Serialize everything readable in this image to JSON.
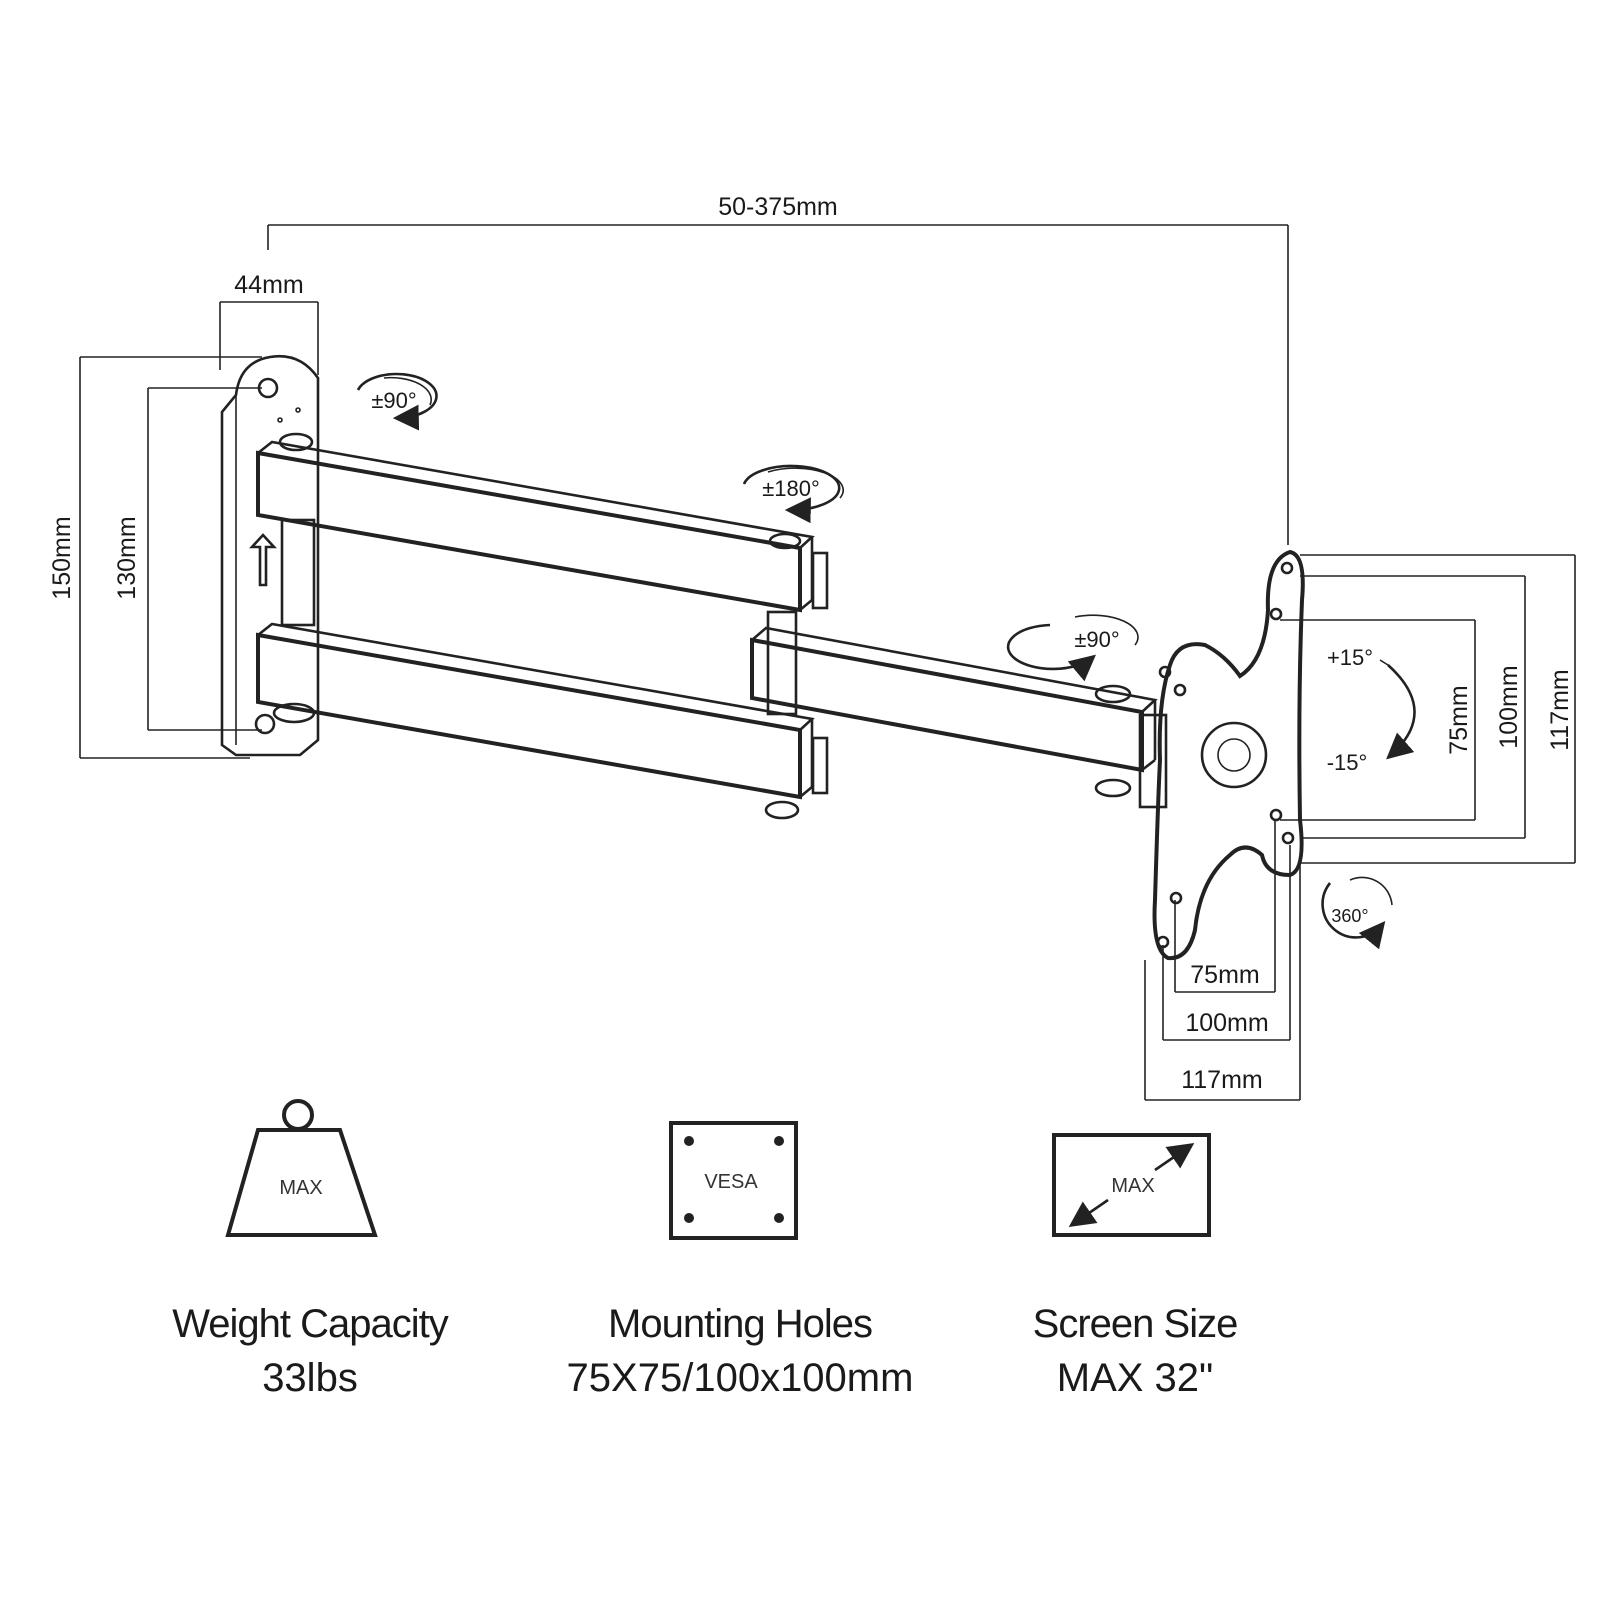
{
  "dimensions": {
    "reach": "50-375mm",
    "plate_depth": "44mm",
    "plate_height_outer": "150mm",
    "plate_height_inner": "130mm",
    "vesa_v_small": "75mm",
    "vesa_v_mid": "100mm",
    "vesa_v_large": "117mm",
    "vesa_h_small": "75mm",
    "vesa_h_mid": "100mm",
    "vesa_h_large": "117mm"
  },
  "rotations": {
    "wall_pivot": "±90°",
    "elbow": "±180°",
    "head_pivot": "±90°",
    "tilt_up": "+15°",
    "tilt_down": "-15°",
    "rotate": "360°"
  },
  "icons": {
    "weight": "MAX",
    "vesa": "VESA",
    "screen": "MAX"
  },
  "specs": {
    "weight_title": "Weight Capacity",
    "weight_value": "33lbs",
    "holes_title": "Mounting Holes",
    "holes_value": "75X75/100x100mm",
    "screen_title": "Screen Size",
    "screen_value": "MAX 32\""
  }
}
